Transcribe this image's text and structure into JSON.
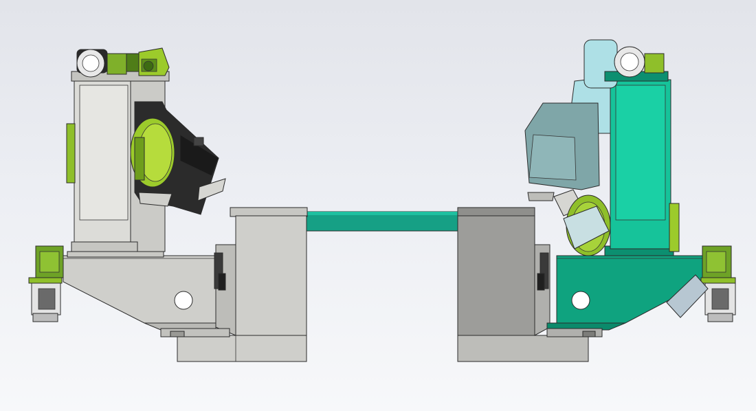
{
  "view": {
    "background": "#eceef3"
  },
  "colors": {
    "left_machine_gray": "#cfcfcb",
    "left_machine_gray_dark": "#b9b9b5",
    "right_machine_green": "#0fa37f",
    "right_machine_green_light": "#16c39a",
    "teal_beam": "#16a085",
    "drive_lime": "#9ccb2b",
    "drive_green": "#5c8e1a",
    "motor_black": "#2a2a2a",
    "cyan_motor": "#aee0e6",
    "slate_gearbox": "#7fa6a8",
    "pedestal_gray": "#cfcfcb",
    "pedestal_dark": "#9d9d9a"
  },
  "parts": {
    "left_machine": {
      "icon": "machine-assembly-gray"
    },
    "right_machine": {
      "icon": "machine-assembly-green"
    },
    "connecting_beam": {
      "icon": "horizontal-beam"
    },
    "left_pedestal": {
      "icon": "pedestal-block"
    },
    "right_pedestal": {
      "icon": "pedestal-block"
    }
  }
}
